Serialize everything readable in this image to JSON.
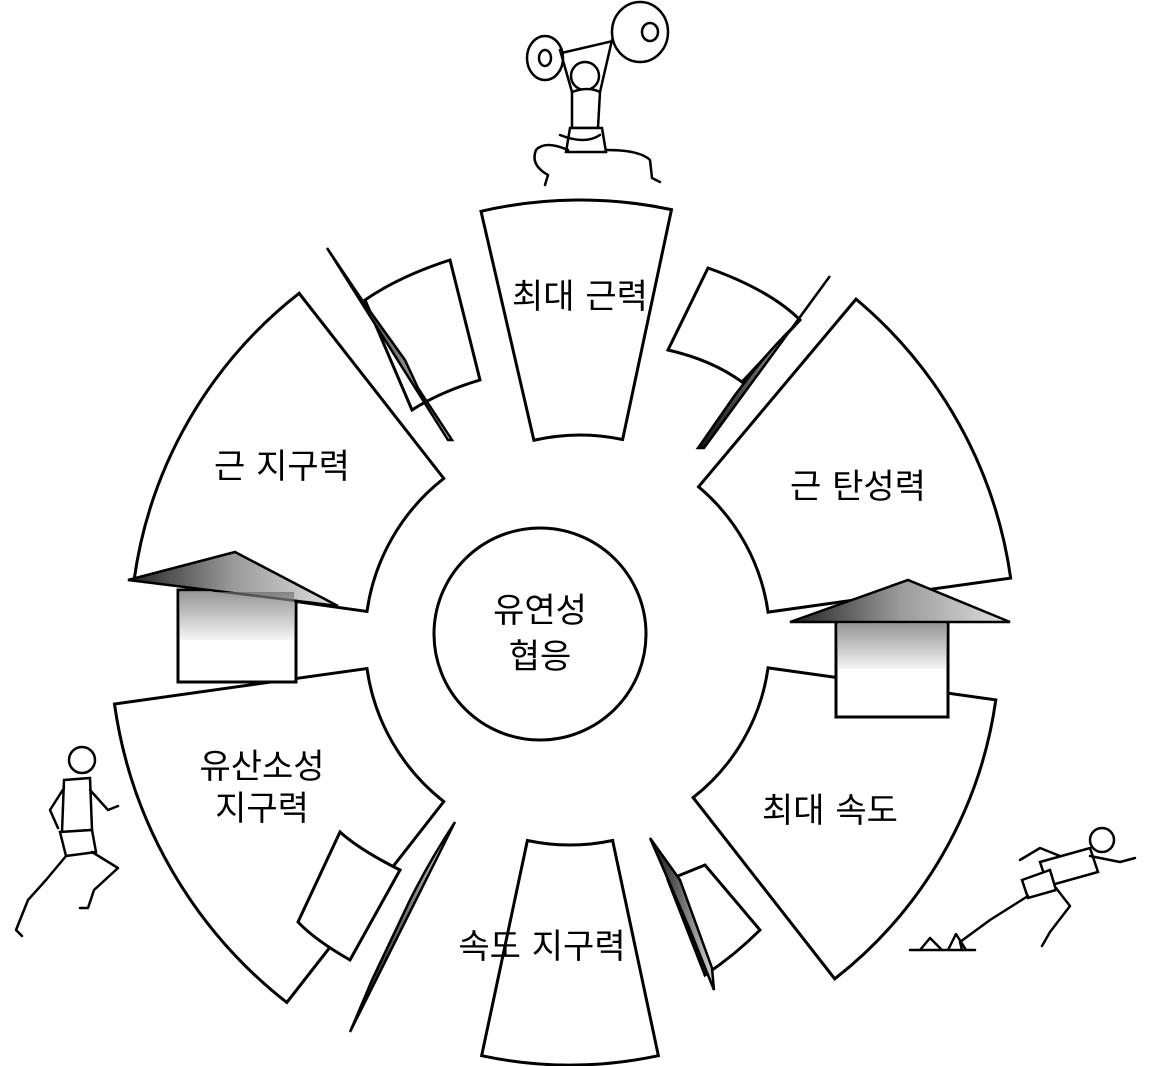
{
  "center": {
    "line1": "유연성",
    "line2": "협응"
  },
  "segments": {
    "top": "최대 근력",
    "upper_right": "근 탄성력",
    "lower_right": "최대 속도",
    "bottom": "속도 지구력",
    "lower_left_line1": "유산소성",
    "lower_left_line2": "지구력",
    "upper_left": "근 지구력"
  },
  "figures": {
    "top": "weightlifter-illustration",
    "left": "runner-illustration",
    "right": "sprinter-illustration"
  },
  "colors": {
    "stroke": "#000000",
    "fill": "#ffffff",
    "arrow_dark": "#1a1a1a",
    "arrow_light": "#cfcfcf"
  }
}
